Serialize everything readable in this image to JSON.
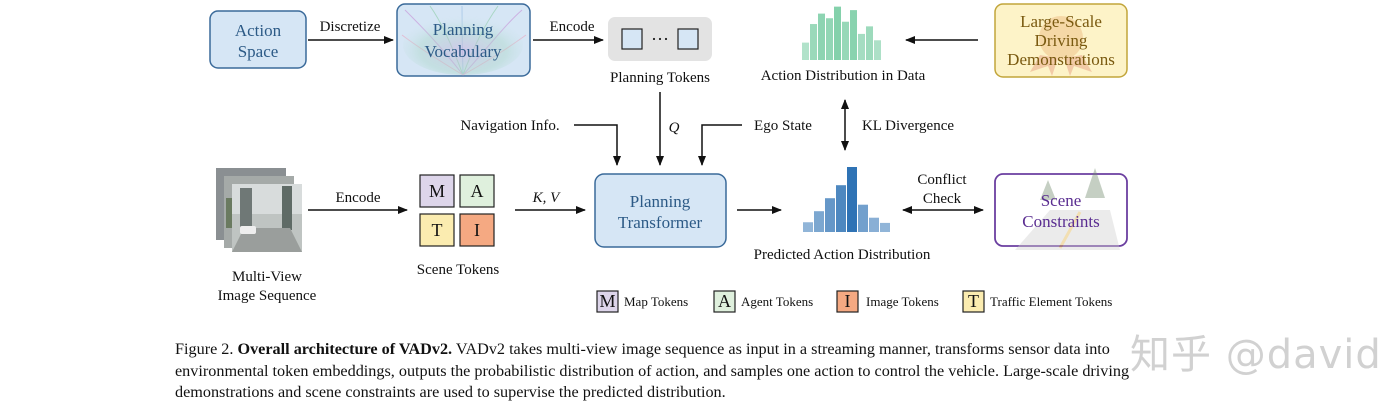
{
  "diagram": {
    "nodes": {
      "action_space": [
        "Action",
        "Space"
      ],
      "planning_vocabulary": [
        "Planning",
        "Vocabulary"
      ],
      "planning_tokens": "Planning Tokens",
      "action_distribution_in_data": "Action Distribution in Data",
      "large_scale_demos": [
        "Large-Scale",
        "Driving",
        "Demonstrations"
      ],
      "multi_view": [
        "Multi-View",
        "Image Sequence"
      ],
      "scene_tokens": "Scene Tokens",
      "planning_transformer": [
        "Planning",
        "Transformer"
      ],
      "predicted_action_distribution": "Predicted Action Distribution",
      "scene_constraints": [
        "Scene",
        "Constraints"
      ]
    },
    "edges": {
      "discretize": "Discretize",
      "encode_top": "Encode",
      "navigation_info": "Navigation Info.",
      "q": "Q",
      "ego_state": "Ego State",
      "kl_divergence": "KL Divergence",
      "encode_left": "Encode",
      "kv": "K, V",
      "conflict_check": [
        "Conflict",
        "Check"
      ]
    },
    "tokens": {
      "m": "M",
      "a": "A",
      "t": "T",
      "i": "I",
      "ellipsis": "···"
    },
    "legend": [
      {
        "letter": "M",
        "label": "Map Tokens",
        "color": "#ddd5ea"
      },
      {
        "letter": "A",
        "label": "Agent Tokens",
        "color": "#dff0dd"
      },
      {
        "letter": "I",
        "label": "Image Tokens",
        "color": "#f5a982"
      },
      {
        "letter": "T",
        "label": "Traffic Element Tokens",
        "color": "#fbecb0"
      }
    ],
    "colors": {
      "blue_box_fill": "#d6e6f5",
      "blue_box_stroke": "#3a6a9a",
      "blue_text": "#2c5a86",
      "green_bars": "#7fcfa8",
      "blue_bars": "#2f73b5",
      "purple_box_stroke": "#6b3fa0",
      "purple_text": "#5a2d91",
      "yellow_box_fill": "#fdf3c8",
      "yellow_box_stroke": "#c2a53a",
      "yellow_text": "#7a5a10"
    },
    "bars": {
      "data_distribution": [
        0.3,
        0.62,
        0.8,
        0.72,
        0.92,
        0.66,
        0.86,
        0.45,
        0.58,
        0.34
      ],
      "predicted_distribution": [
        0.15,
        0.32,
        0.52,
        0.72,
        1.0,
        0.42,
        0.22,
        0.14
      ]
    }
  },
  "caption": {
    "prefix": "Figure 2. ",
    "bold": "Overall architecture of VADv2.",
    "text": " VADv2 takes multi-view image sequence as input in a streaming manner, transforms sensor data into environmental token embeddings, outputs the probabilistic distribution of action, and samples one action to control the vehicle. Large-scale driving demonstrations and scene constraints are used to supervise the predicted distribution."
  },
  "watermark": "知乎 @david"
}
